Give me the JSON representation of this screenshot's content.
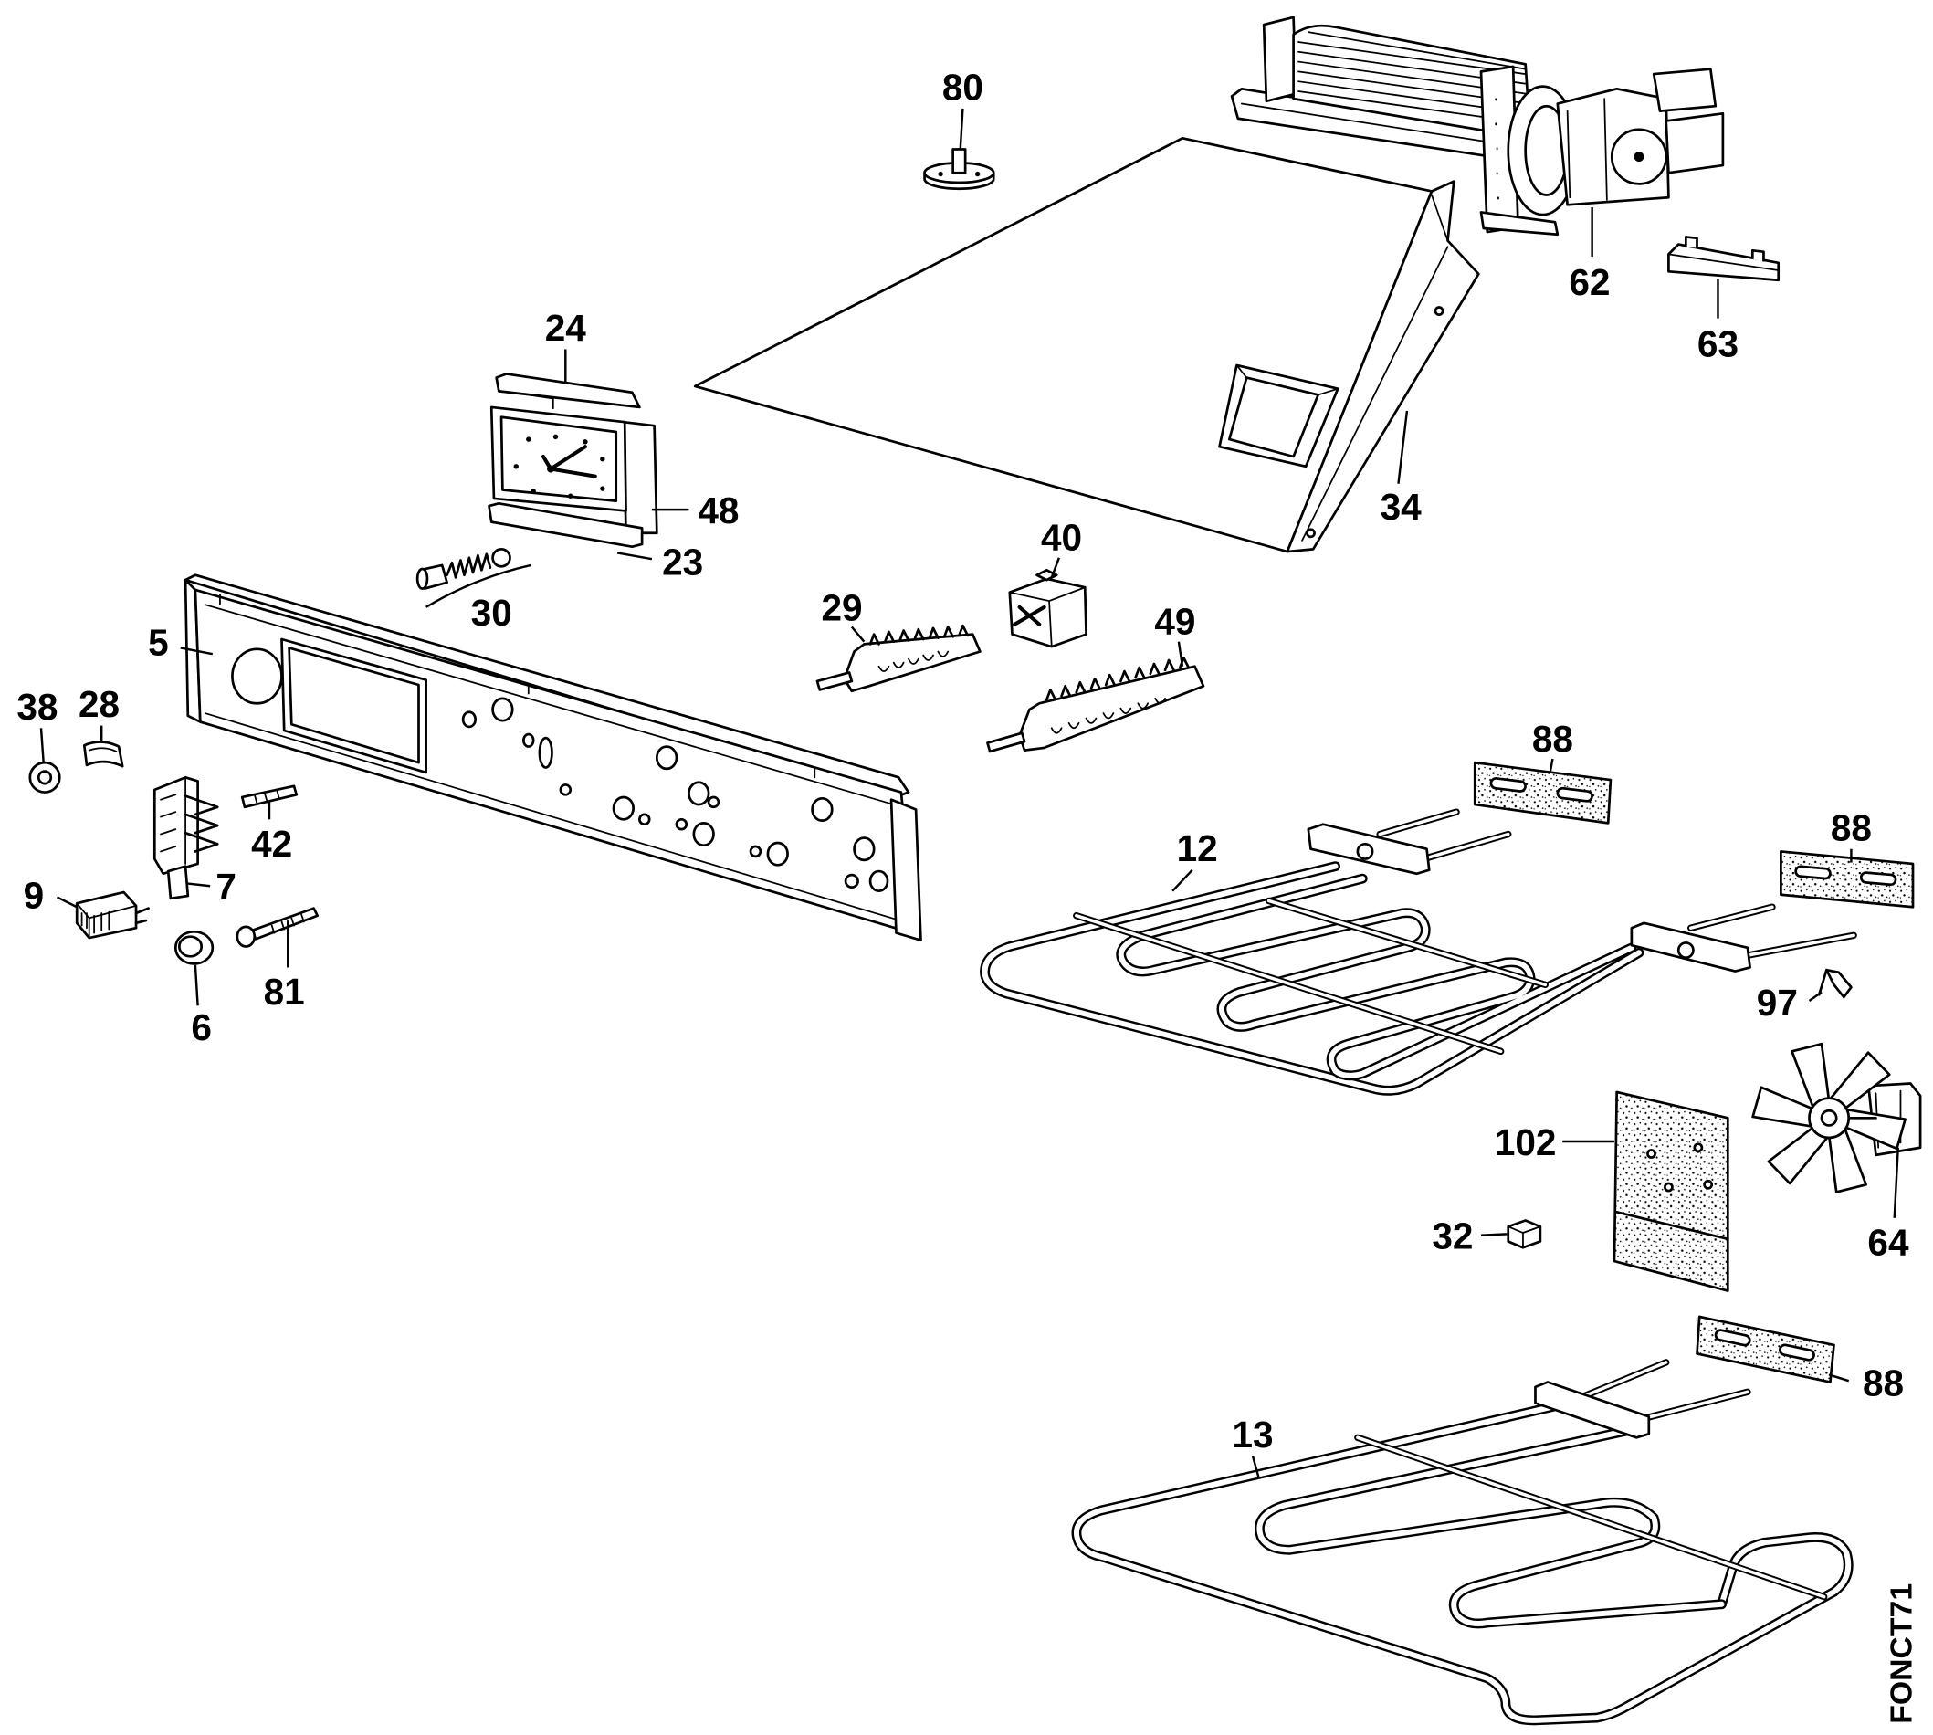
{
  "diagram": {
    "callouts": {
      "c80": "80",
      "c62": "62",
      "c63": "63",
      "c24": "24",
      "c48": "48",
      "c23": "23",
      "c30": "30",
      "c34": "34",
      "c40": "40",
      "c29": "29",
      "c49": "49",
      "c5": "5",
      "c38": "38",
      "c28": "28",
      "c42": "42",
      "c7": "7",
      "c9": "9",
      "c81": "81",
      "c6": "6",
      "c88_top": "88",
      "c88_right": "88",
      "c88_bottom": "88",
      "c12": "12",
      "c97": "97",
      "c102": "102",
      "c64": "64",
      "c32": "32",
      "c13": "13"
    },
    "drawing_code": "FONCT71"
  }
}
